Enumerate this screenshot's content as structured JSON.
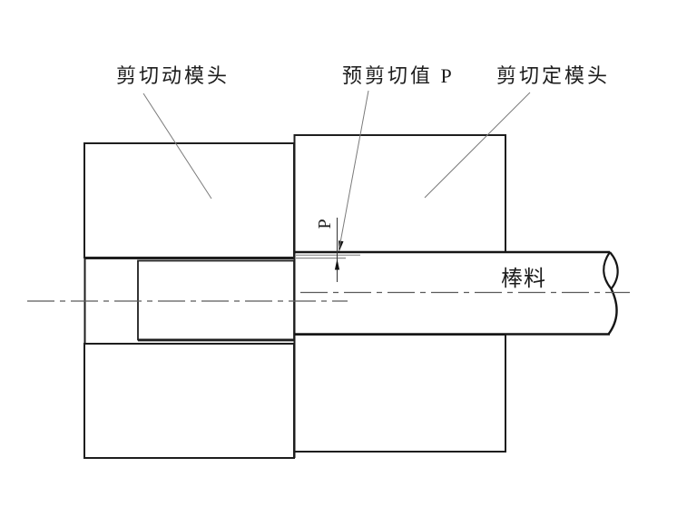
{
  "diagram": {
    "type": "engineering-section-drawing",
    "subject": "bar pre-shearing between moving and fixed shear die heads",
    "labels": {
      "moving_die": "剪切动模头",
      "pre_shear_value": "预剪切值 P",
      "fixed_die": "剪切定模头",
      "bar_stock": "棒料",
      "dimension": "P"
    },
    "colors": {
      "outline": "#1e1e1e",
      "hatch": "#a0a0a0",
      "centerline": "#5a5a5a",
      "leader_line": "#7a7a7a",
      "text": "#1c1c1c",
      "background": "#ffffff"
    }
  }
}
